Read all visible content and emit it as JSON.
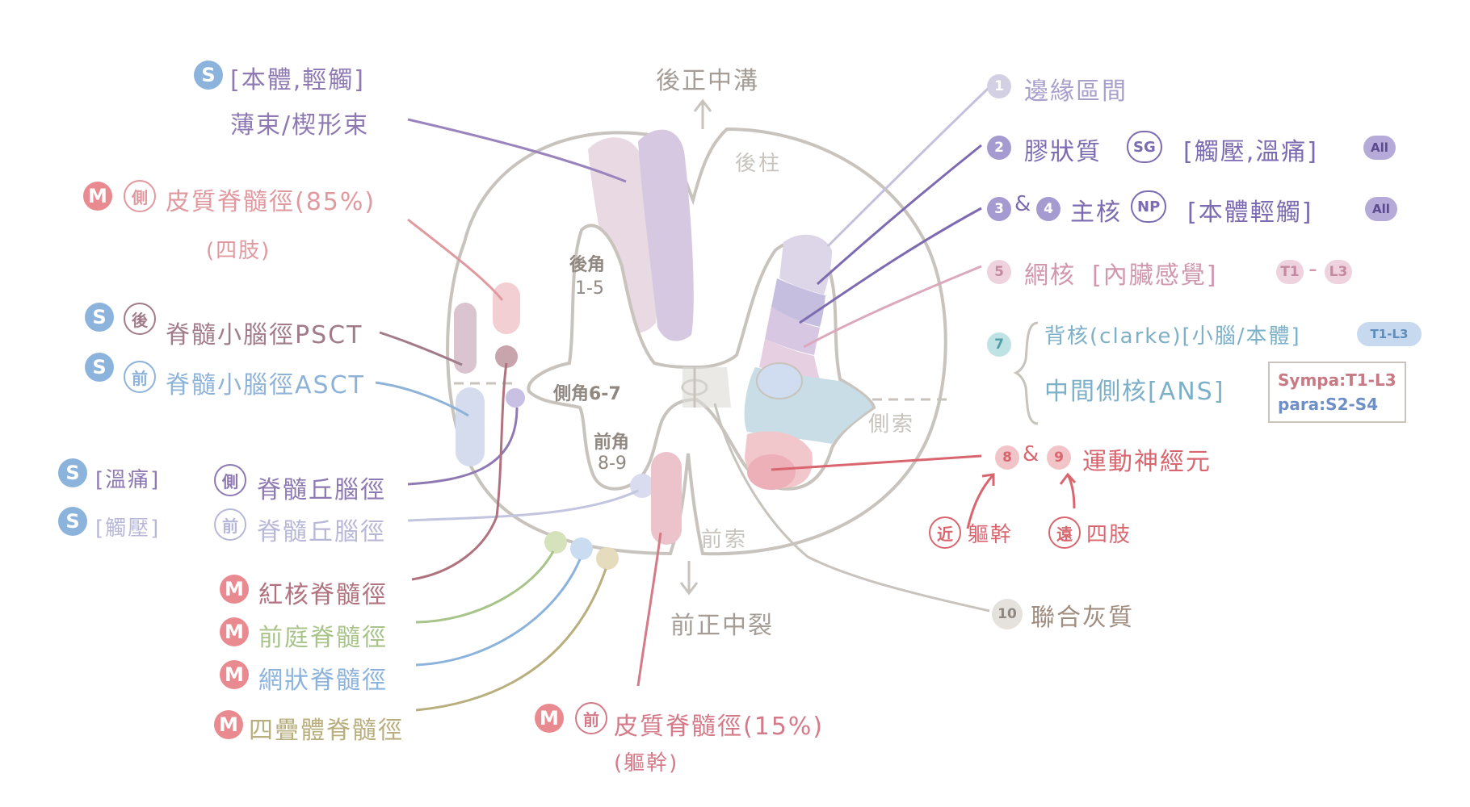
{
  "title": "後正中溝",
  "bottom_fissure": "前正中裂",
  "regions": {
    "posterior_column": "後柱",
    "lateral_funiculus": "側索",
    "anterior_funiculus": "前索"
  },
  "horns": {
    "posterior": "後角",
    "posterior_laminae": "1-5",
    "lateral": "側角6-7",
    "anterior": "前角",
    "anterior_laminae": "8-9"
  },
  "colors": {
    "sensory": "#8cb3dc",
    "motor": "#d9666f",
    "outline": "#c8c3bd",
    "purple": "#8e79b3",
    "pink": "#d8a3a8",
    "blue_light": "#b7cbe6"
  },
  "left_labels": {
    "fasciculus": {
      "badge": "S",
      "tag": "[本體,輕觸]",
      "name": "薄束/楔形束"
    },
    "lateral_cst": {
      "badge": "M",
      "ring": "側",
      "name": "皮質脊髓徑(85%)",
      "sub": "(四肢)"
    },
    "pst": {
      "badge": "S",
      "ring": "後",
      "name": "脊髓小腦徑PSCT"
    },
    "ast": {
      "badge": "S",
      "ring": "前",
      "name": "脊髓小腦徑ASCT"
    },
    "lat_stt": {
      "badge": "S",
      "tag": "[溫痛]",
      "ring": "側",
      "name": "脊髓丘腦徑"
    },
    "ant_stt": {
      "badge": "S",
      "tag": "[觸壓]",
      "ring": "前",
      "name": "脊髓丘腦徑"
    },
    "rubro": {
      "badge": "M",
      "name": "紅核脊髓徑"
    },
    "vestibulo": {
      "badge": "M",
      "name": "前庭脊髓徑"
    },
    "reticulo": {
      "badge": "M",
      "name": "網狀脊髓徑"
    },
    "tecto": {
      "badge": "M",
      "name": "四疊體脊髓徑"
    },
    "ant_cst": {
      "badge": "M",
      "ring": "前",
      "name": "皮質脊髓徑(15%)",
      "sub": "(軀幹)"
    }
  },
  "right_labels": {
    "l1": {
      "num": "1",
      "name": "邊緣區間"
    },
    "l2": {
      "num": "2",
      "name": "膠狀質",
      "ring": "SG",
      "tag": "[觸壓,溫痛]",
      "end": "All"
    },
    "l34": {
      "num_a": "3",
      "amp": "&",
      "num_b": "4",
      "name": "主核",
      "ring": "NP",
      "tag": "[本體輕觸]",
      "end": "All"
    },
    "l5": {
      "num": "5",
      "name": "網核",
      "tag": "[內臟感覺]",
      "range_a": "T1",
      "range_dash": "-",
      "range_b": "L3"
    },
    "l7": {
      "num": "7",
      "row1": "背核(clarke)[小腦/本體]",
      "row1_range": "T1-L3",
      "row2": "中間側核[ANS]",
      "box_line1": "Sympa:T1-L3",
      "box_line2": "para:S2-S4"
    },
    "l89": {
      "num_a": "8",
      "amp": "&",
      "num_b": "9",
      "name": "運動神經元",
      "near_ring": "近",
      "near_text": "軀幹",
      "far_ring": "遠",
      "far_text": "四肢"
    },
    "l10": {
      "num": "10",
      "name": "聯合灰質"
    }
  }
}
